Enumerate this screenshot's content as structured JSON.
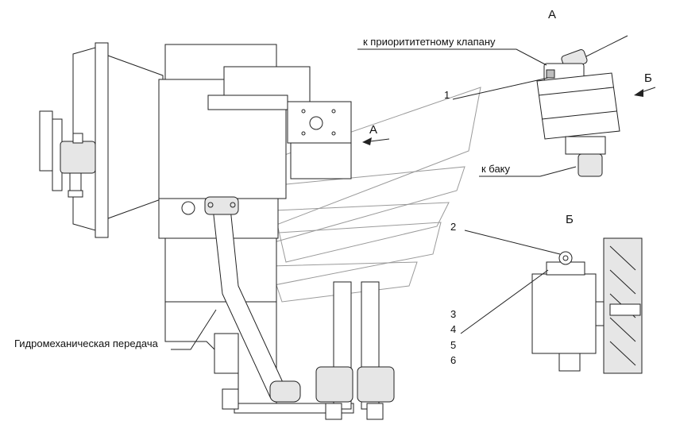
{
  "labels": {
    "view_a_title": "А",
    "view_b_title": "Б",
    "view_a_arrow": "А",
    "view_b_arrow": "Б",
    "to_priority_valve": "к приорититетному клапану",
    "to_tank": "к баку",
    "gear_label": "Гидромеханическая передача",
    "callout_1": "1",
    "callout_2": "2",
    "callout_3": "3",
    "callout_4": "4",
    "callout_5": "5",
    "callout_6": "6"
  }
}
